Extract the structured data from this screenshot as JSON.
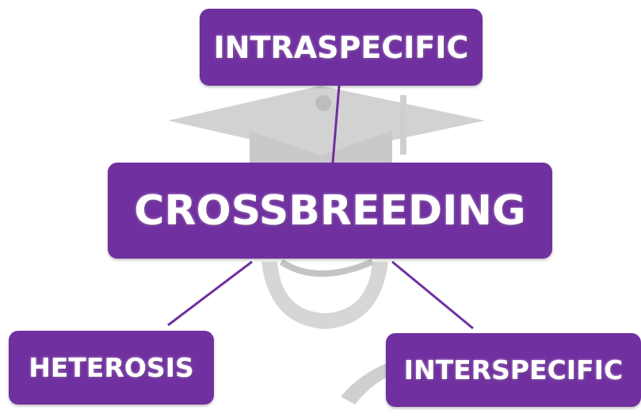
{
  "diagram": {
    "center_label": "CROSSBREEDING",
    "top_label": "INTRASPECIFIC",
    "left_label": "HETEROSIS",
    "right_label": "INTERSPECIFIC"
  },
  "colors": {
    "node_fill": "#7030a0",
    "connector": "#7030a0",
    "watermark": "#cfcfcf"
  },
  "icons": {
    "background": "graduation-cap-watermark"
  }
}
